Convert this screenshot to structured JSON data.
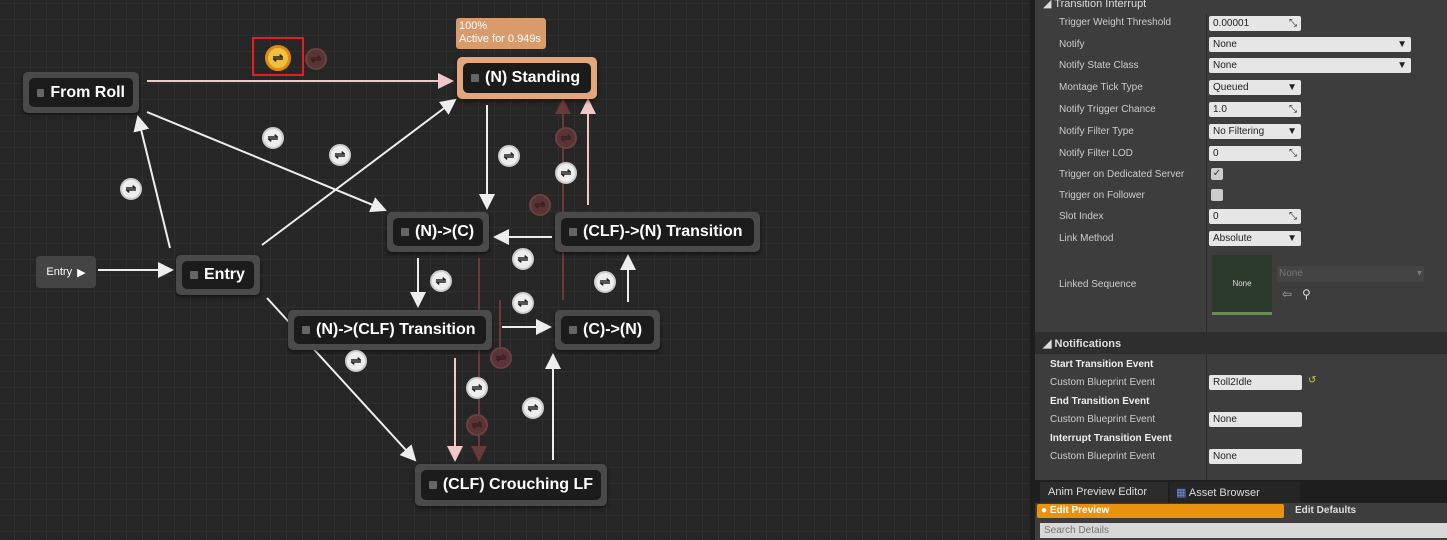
{
  "graph": {
    "entry_pin": "Entry",
    "tooltip": {
      "percent": "100%",
      "active": "Active for 0.949s"
    },
    "nodes": {
      "from_roll": "From Roll",
      "standing": "(N) Standing",
      "entry": "Entry",
      "n_to_c": "(N)->(C)",
      "clf_to_n": "(CLF)->(N) Transition",
      "n_to_clf": "(N)->(CLF) Transition",
      "c_to_n": "(C)->(N)",
      "clf": "(CLF) Crouching LF"
    },
    "colors": {
      "active_node": "#e3a77b",
      "transition_highlight": "#f0c040",
      "selection": "#e02020"
    }
  },
  "details": {
    "section_transition_interrupt": "Transition Interrupt",
    "rows": [
      {
        "label": "Trigger Weight Threshold",
        "value": "0.00001"
      },
      {
        "label": "Notify",
        "value": "None"
      },
      {
        "label": "Notify State Class",
        "value": "None"
      },
      {
        "label": "Montage Tick Type",
        "value": "Queued"
      },
      {
        "label": "Notify Trigger Chance",
        "value": "1.0"
      },
      {
        "label": "Notify Filter Type",
        "value": "No Filtering"
      },
      {
        "label": "Notify Filter LOD",
        "value": "0"
      },
      {
        "label": "Trigger on Dedicated Server",
        "value": "✓"
      },
      {
        "label": "Trigger on Follower",
        "value": ""
      },
      {
        "label": "Slot Index",
        "value": "0"
      },
      {
        "label": "Link Method",
        "value": "Absolute"
      }
    ],
    "linked_sequence": {
      "label": "Linked Sequence",
      "thumb": "None",
      "combo": "None"
    },
    "notifications": {
      "title": "Notifications",
      "start": "Start Transition Event",
      "start_label": "Custom Blueprint Event",
      "start_value": "Roll2Idle",
      "end": "End Transition Event",
      "end_label": "Custom Blueprint Event",
      "end_value": "None",
      "interrupt": "Interrupt Transition Event",
      "interrupt_label": "Custom Blueprint Event",
      "interrupt_value": "None"
    }
  },
  "bottom": {
    "tab1": "Anim Preview Editor",
    "tab2": "Asset Browser",
    "edit_preview": "Edit Preview",
    "edit_defaults": "Edit Defaults",
    "search_placeholder": "Search Details"
  }
}
